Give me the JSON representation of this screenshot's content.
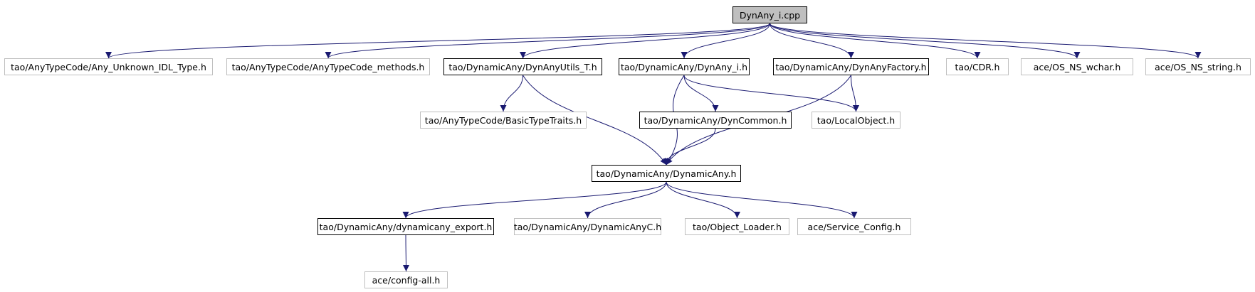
{
  "graph": {
    "root": "DynAny_i.cpp",
    "edge_color": "#191970",
    "nodes": [
      {
        "id": "root",
        "label": "DynAny_i.cpp",
        "style": "root"
      },
      {
        "id": "any_unknown",
        "label": "tao/AnyTypeCode/Any_Unknown_IDL_Type.h",
        "style": "undocumented"
      },
      {
        "id": "anytc_methods",
        "label": "tao/AnyTypeCode/AnyTypeCode_methods.h",
        "style": "undocumented"
      },
      {
        "id": "dynanyutils",
        "label": "tao/DynamicAny/DynAnyUtils_T.h",
        "style": "documented"
      },
      {
        "id": "dynany_i_h",
        "label": "tao/DynamicAny/DynAny_i.h",
        "style": "documented"
      },
      {
        "id": "dynanyfactory",
        "label": "tao/DynamicAny/DynAnyFactory.h",
        "style": "documented"
      },
      {
        "id": "cdr",
        "label": "tao/CDR.h",
        "style": "undocumented"
      },
      {
        "id": "os_wchar",
        "label": "ace/OS_NS_wchar.h",
        "style": "undocumented"
      },
      {
        "id": "os_string",
        "label": "ace/OS_NS_string.h",
        "style": "undocumented"
      },
      {
        "id": "basictypetraits",
        "label": "tao/AnyTypeCode/BasicTypeTraits.h",
        "style": "undocumented"
      },
      {
        "id": "dyncommon",
        "label": "tao/DynamicAny/DynCommon.h",
        "style": "documented"
      },
      {
        "id": "localobject",
        "label": "tao/LocalObject.h",
        "style": "undocumented"
      },
      {
        "id": "dynamicany",
        "label": "tao/DynamicAny/DynamicAny.h",
        "style": "documented"
      },
      {
        "id": "export",
        "label": "tao/DynamicAny/dynamicany_export.h",
        "style": "documented"
      },
      {
        "id": "dynamicanyc",
        "label": "tao/DynamicAny/DynamicAnyC.h",
        "style": "undocumented"
      },
      {
        "id": "objloader",
        "label": "tao/Object_Loader.h",
        "style": "undocumented"
      },
      {
        "id": "svcconfig",
        "label": "ace/Service_Config.h",
        "style": "undocumented"
      },
      {
        "id": "configall",
        "label": "ace/config-all.h",
        "style": "undocumented"
      }
    ],
    "edges": [
      [
        "root",
        "any_unknown"
      ],
      [
        "root",
        "anytc_methods"
      ],
      [
        "root",
        "dynanyutils"
      ],
      [
        "root",
        "dynany_i_h"
      ],
      [
        "root",
        "dynanyfactory"
      ],
      [
        "root",
        "cdr"
      ],
      [
        "root",
        "os_wchar"
      ],
      [
        "root",
        "os_string"
      ],
      [
        "dynanyutils",
        "basictypetraits"
      ],
      [
        "dynanyutils",
        "dynamicany"
      ],
      [
        "dynany_i_h",
        "dyncommon"
      ],
      [
        "dynany_i_h",
        "localobject"
      ],
      [
        "dynany_i_h",
        "dynamicany"
      ],
      [
        "dynanyfactory",
        "localobject"
      ],
      [
        "dynanyfactory",
        "dynamicany"
      ],
      [
        "dyncommon",
        "dynamicany"
      ],
      [
        "dynamicany",
        "export"
      ],
      [
        "dynamicany",
        "dynamicanyc"
      ],
      [
        "dynamicany",
        "objloader"
      ],
      [
        "dynamicany",
        "svcconfig"
      ],
      [
        "export",
        "configall"
      ]
    ]
  }
}
